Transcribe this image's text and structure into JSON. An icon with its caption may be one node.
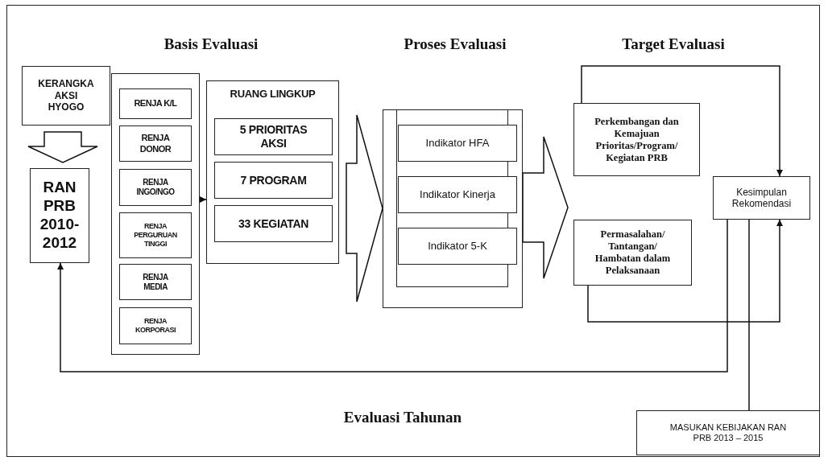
{
  "diagram": {
    "nodes": [
      {
        "text": [
          "KERANGKA AKSI HYOGO"
        ]
      },
      {
        "text": [
          "RAN PRB 2010-2012"
        ]
      },
      {
        "text": [],
        "shape": "box"
      },
      {
        "text": [
          "RENJA K/L"
        ],
        "in": 2
      },
      {
        "text": [
          "RENJA DONOR"
        ],
        "in": 2
      },
      {
        "text": [
          "RENJA INGO/NGO"
        ],
        "in": 2
      },
      {
        "text": [
          "RENJA PERGURUAN TINGGI"
        ],
        "in": 2
      },
      {
        "text": [
          "RENJA MEDIA"
        ],
        "in": 2
      },
      {
        "text": [
          "RENJA KORPORASI"
        ],
        "in": 2
      },
      {
        "text": [
          "RUANG LINGKUP"
        ]
      },
      {
        "text": [
          "5 PRIORITAS AKSI"
        ],
        "in": 9
      },
      {
        "text": [
          "7 PROGRAM"
        ],
        "in": 9
      },
      {
        "text": [
          "33 KEGIATAN"
        ],
        "in": 9
      },
      {
        "text": [],
        "shape": "box"
      },
      {
        "text": [
          "Indikator HFA"
        ],
        "in": 13
      },
      {
        "text": [
          "Indikator Kinerja"
        ],
        "in": 13
      },
      {
        "text": [
          "Indikator 5-K"
        ],
        "in": 13
      },
      {
        "text": [
          "Perkembangan dan Kemajuan Prioritas/Program/ Kegiatan PRB"
        ]
      },
      {
        "text": [
          "Permasalahan/ Tantangan/ Hambatan dalam Pelaksanaan"
        ]
      },
      {
        "text": [
          "Kesimpulan Rekomendasi"
        ]
      },
      {
        "text": [
          "MASUKAN KEBIJAKAN RAN PRB 2013 – 2015"
        ]
      }
    ],
    "edges": [
      {
        "from": 0,
        "to": 1,
        "arrow": "to"
      },
      {
        "from": 2,
        "to": 9,
        "arrow": "to"
      },
      {
        "from": 9,
        "to": 13,
        "arrow": "to"
      },
      {
        "from": 13,
        "to": null,
        "arrow": "to"
      },
      {
        "from": 17,
        "to": 19,
        "arrow": "to"
      },
      {
        "from": 18,
        "to": 19,
        "arrow": "to"
      },
      {
        "from": 19,
        "to": 1,
        "arrow": "to"
      },
      {
        "from": 19,
        "to": 20,
        "arrow": "none"
      }
    ],
    "labels": [
      "Basis Evaluasi",
      "Proses Evaluasi",
      "Target Evaluasi",
      "Evaluasi Tahunan"
    ]
  }
}
